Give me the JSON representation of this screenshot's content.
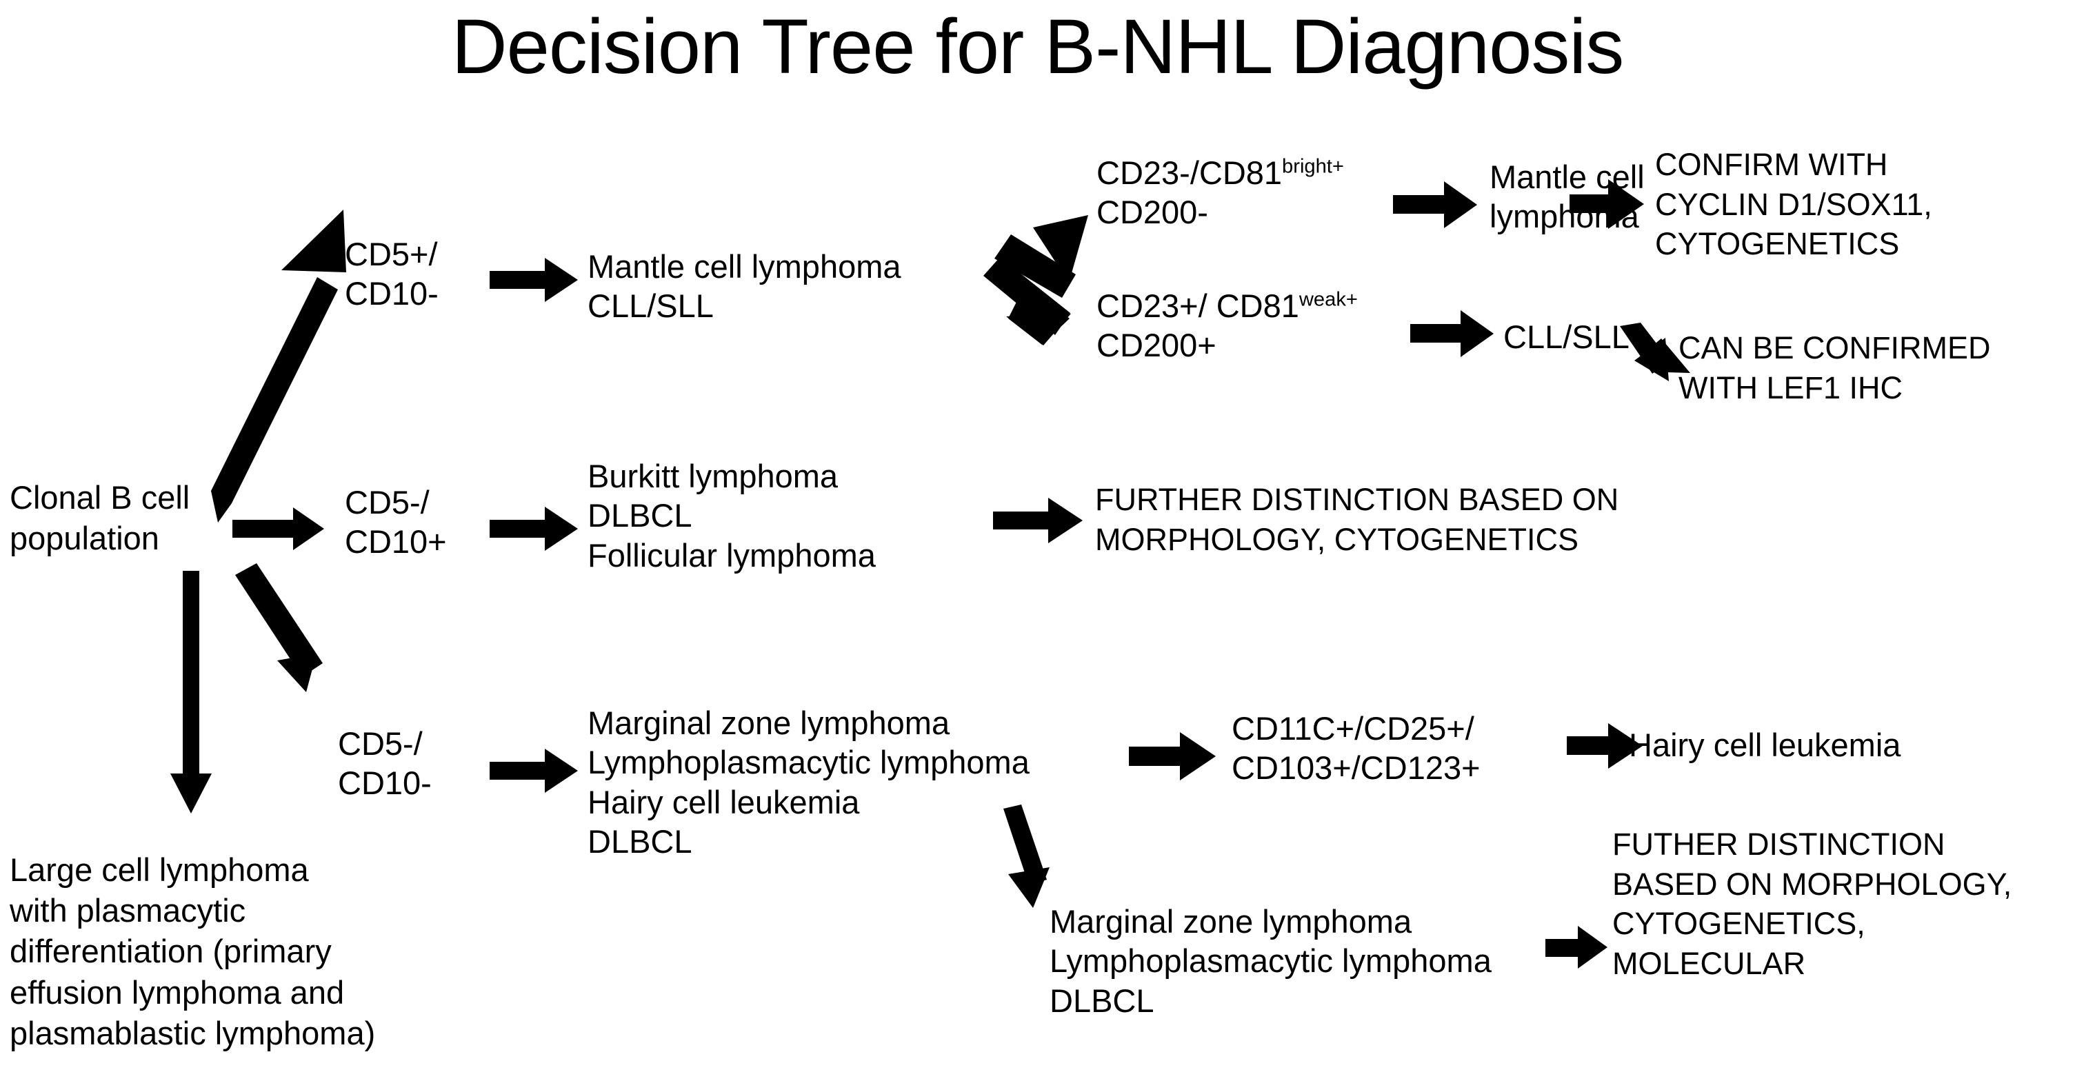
{
  "title": "Decision Tree for B-NHL Diagnosis",
  "colors": {
    "ink": "#000000",
    "background": "#ffffff"
  },
  "nodes": {
    "root": "Clonal B cell\npopulation",
    "branch_cd5pos_cd10neg": "CD5+/\nCD10-",
    "branch_cd5neg_cd10pos": "CD5-/\nCD10+",
    "branch_cd5neg_cd10neg": "CD5-/\nCD10-",
    "large_cell_lymphoma": "Large cell lymphoma\nwith plasmacytic\ndifferentiation (primary\neffusion lymphoma and\nplasmablastic lymphoma)",
    "mcl_cll_group": "Mantle cell lymphoma\nCLL/SLL",
    "burkitt_group": "Burkitt lymphoma\nDLBCL\nFollicular lymphoma",
    "marginal_group": "Marginal zone lymphoma\nLymphoplasmacytic lymphoma\nHairy cell leukemia\nDLBCL",
    "cd23neg_line1_a": "CD23-/CD81",
    "cd23neg_line1_sup": "bright+",
    "cd23neg_line2": "CD200-",
    "cd23pos_line1_a": "CD23+/ CD81",
    "cd23pos_line1_sup": "weak+",
    "cd23pos_line2": "CD200+",
    "mantle_cell_lymphoma": "Mantle cell\nlymphoma",
    "cll_sll": "CLL/SLL",
    "confirm_mcl": "CONFIRM WITH\nCYCLIN D1/SOX11,\nCYTOGENETICS",
    "confirm_cll": "CAN BE CONFIRMED\nWITH LEF1 IHC",
    "further_distinction_mid": "FURTHER DISTINCTION BASED ON\nMORPHOLOGY, CYTOGENETICS",
    "hcl_markers": "CD11C+/CD25+/\nCD103+/CD123+",
    "hairy_cell_leukemia": "Hairy cell leukemia",
    "marginal_group_2": "Marginal zone lymphoma\nLymphoplasmacytic lymphoma\nDLBCL",
    "further_distinction_bottom": "FUTHER DISTINCTION\nBASED ON MORPHOLOGY,\nCYTOGENETICS,\nMOLECULAR"
  },
  "arrows": [
    {
      "name": "root-to-cd5pos",
      "type": "diagonal-up"
    },
    {
      "name": "root-to-cd5neg-cd10pos",
      "type": "horizontal"
    },
    {
      "name": "root-to-cd5neg-cd10neg",
      "type": "diagonal-down"
    },
    {
      "name": "root-to-large-cell",
      "type": "vertical-down"
    },
    {
      "name": "cd5pos-to-mcl-group",
      "type": "horizontal"
    },
    {
      "name": "cd5neg-cd10pos-to-burkitt",
      "type": "horizontal"
    },
    {
      "name": "cd5neg-cd10neg-to-marginal",
      "type": "horizontal"
    },
    {
      "name": "mcl-group-to-cd23neg",
      "type": "diagonal-up"
    },
    {
      "name": "mcl-group-to-cd23pos",
      "type": "diagonal-down"
    },
    {
      "name": "cd23neg-to-mantle",
      "type": "horizontal"
    },
    {
      "name": "cd23pos-to-cllsll",
      "type": "horizontal"
    },
    {
      "name": "mantle-to-confirm",
      "type": "horizontal"
    },
    {
      "name": "cllsll-to-confirm",
      "type": "diagonal-down"
    },
    {
      "name": "burkitt-to-further",
      "type": "horizontal"
    },
    {
      "name": "marginal-to-hcl-markers",
      "type": "horizontal"
    },
    {
      "name": "marginal-to-marginal2",
      "type": "vertical-down"
    },
    {
      "name": "hcl-markers-to-hairy",
      "type": "horizontal"
    },
    {
      "name": "marginal2-to-further",
      "type": "horizontal"
    }
  ]
}
